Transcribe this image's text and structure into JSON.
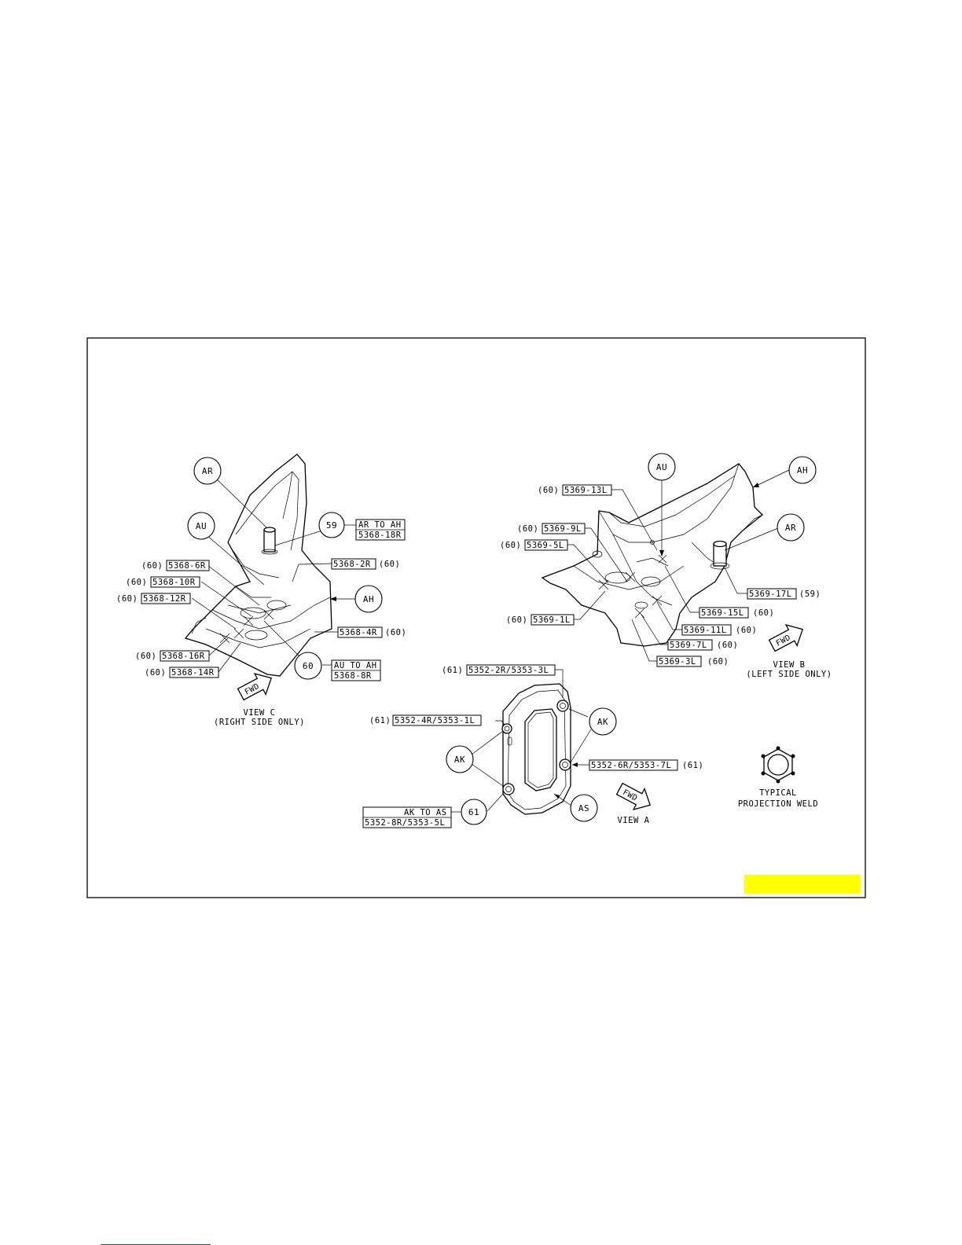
{
  "colors": {
    "highlight": "#ffff00",
    "line": "#000000",
    "footer_rule": "#1a3fd4"
  },
  "view_c": {
    "caption": "VIEW C",
    "subcaption": "(RIGHT SIDE ONLY)",
    "fwd": "FWD",
    "callouts": {
      "ar": "AR",
      "au": "AU",
      "ah": "AH",
      "w59": "59",
      "w60": "60"
    },
    "box_59_line1": "AR TO AH",
    "box_59_line2": "5368-18R",
    "box_60_line1": "AU TO AH",
    "box_60_line2": "5368-8R",
    "labels": {
      "p6r": "5368-6R",
      "p10r": "5368-10R",
      "p12r": "5368-12R",
      "p16r": "5368-16R",
      "p14r": "5368-14R",
      "p2r": "5368-2R",
      "p4r": "5368-4R"
    },
    "weld": "(60)"
  },
  "view_b": {
    "caption": "VIEW B",
    "subcaption": "(LEFT SIDE ONLY)",
    "fwd": "FWD",
    "callouts": {
      "au": "AU",
      "ah": "AH",
      "ar": "AR"
    },
    "labels": {
      "p13l": "5369-13L",
      "p9l": "5369-9L",
      "p5l": "5369-5L",
      "p1l": "5369-1L",
      "p17l": "5369-17L",
      "p15l": "5369-15L",
      "p11l": "5369-11L",
      "p7l": "5369-7L",
      "p3l": "5369-3L"
    },
    "weld60": "(60)",
    "weld59": "(59)"
  },
  "view_a": {
    "caption": "VIEW A",
    "fwd": "FWD",
    "callouts": {
      "ak_left": "AK",
      "ak_right": "AK",
      "as": "AS",
      "w61": "61"
    },
    "labels": {
      "top": "5352-2R/5353-3L",
      "left": "5352-4R/5353-1L",
      "right": "5352-6R/5353-7L"
    },
    "box_61_line1": "AK TO AS",
    "box_61_line2": "5352-8R/5353-5L",
    "weld61": "(61)"
  },
  "projection_weld": {
    "line1": "TYPICAL",
    "line2": "PROJECTION WELD"
  }
}
